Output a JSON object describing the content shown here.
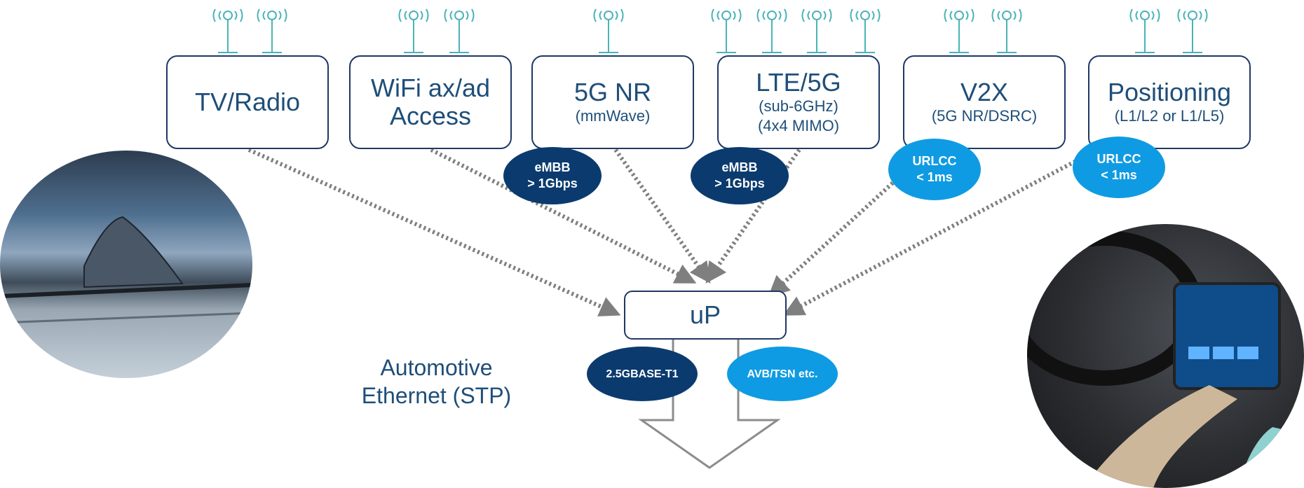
{
  "modules": [
    {
      "id": "tv",
      "title": "TV/Radio",
      "subtitle": []
    },
    {
      "id": "wifi",
      "title": "WiFi ax/ad Access",
      "subtitle": []
    },
    {
      "id": "5gnr",
      "title": "5G NR",
      "subtitle": [
        "(mmWave)"
      ]
    },
    {
      "id": "lte",
      "title": "LTE/5G",
      "subtitle": [
        "(sub-6GHz)",
        "(4x4 MIMO)"
      ]
    },
    {
      "id": "v2x",
      "title": "V2X",
      "subtitle": [
        "(5G NR/DSRC)"
      ]
    },
    {
      "id": "pos",
      "title": "Positioning",
      "subtitle": [
        "(L1/L2 or L1/L5)"
      ]
    }
  ],
  "badges": [
    {
      "id": "embb1",
      "lines": [
        "eMBB",
        "> 1Gbps"
      ],
      "color": "#0b3b6e"
    },
    {
      "id": "embb2",
      "lines": [
        "eMBB",
        "> 1Gbps"
      ],
      "color": "#0b3b6e"
    },
    {
      "id": "urlcc1",
      "lines": [
        "URLCC",
        "< 1ms"
      ],
      "color": "#0f9be3"
    },
    {
      "id": "urlcc2",
      "lines": [
        "URLCC",
        "< 1ms"
      ],
      "color": "#0f9be3"
    }
  ],
  "processor": {
    "label": "uP"
  },
  "link_badges": [
    {
      "id": "phy",
      "label": "2.5GBASE-T1",
      "color": "#0b3b6e"
    },
    {
      "id": "proto",
      "label": "AVB/TSN etc.",
      "color": "#0f9be3"
    }
  ],
  "ethernet_label": "Automotive Ethernet (STP)",
  "colors": {
    "box_border": "#1f3864",
    "text": "#1f4e79",
    "antenna": "#4bb3b8",
    "arrow": "#7f7f7f"
  },
  "photos": [
    {
      "id": "antenna-photo",
      "icon": "shark-fin-antenna"
    },
    {
      "id": "dashboard-photo",
      "icon": "car-touchscreen"
    }
  ]
}
